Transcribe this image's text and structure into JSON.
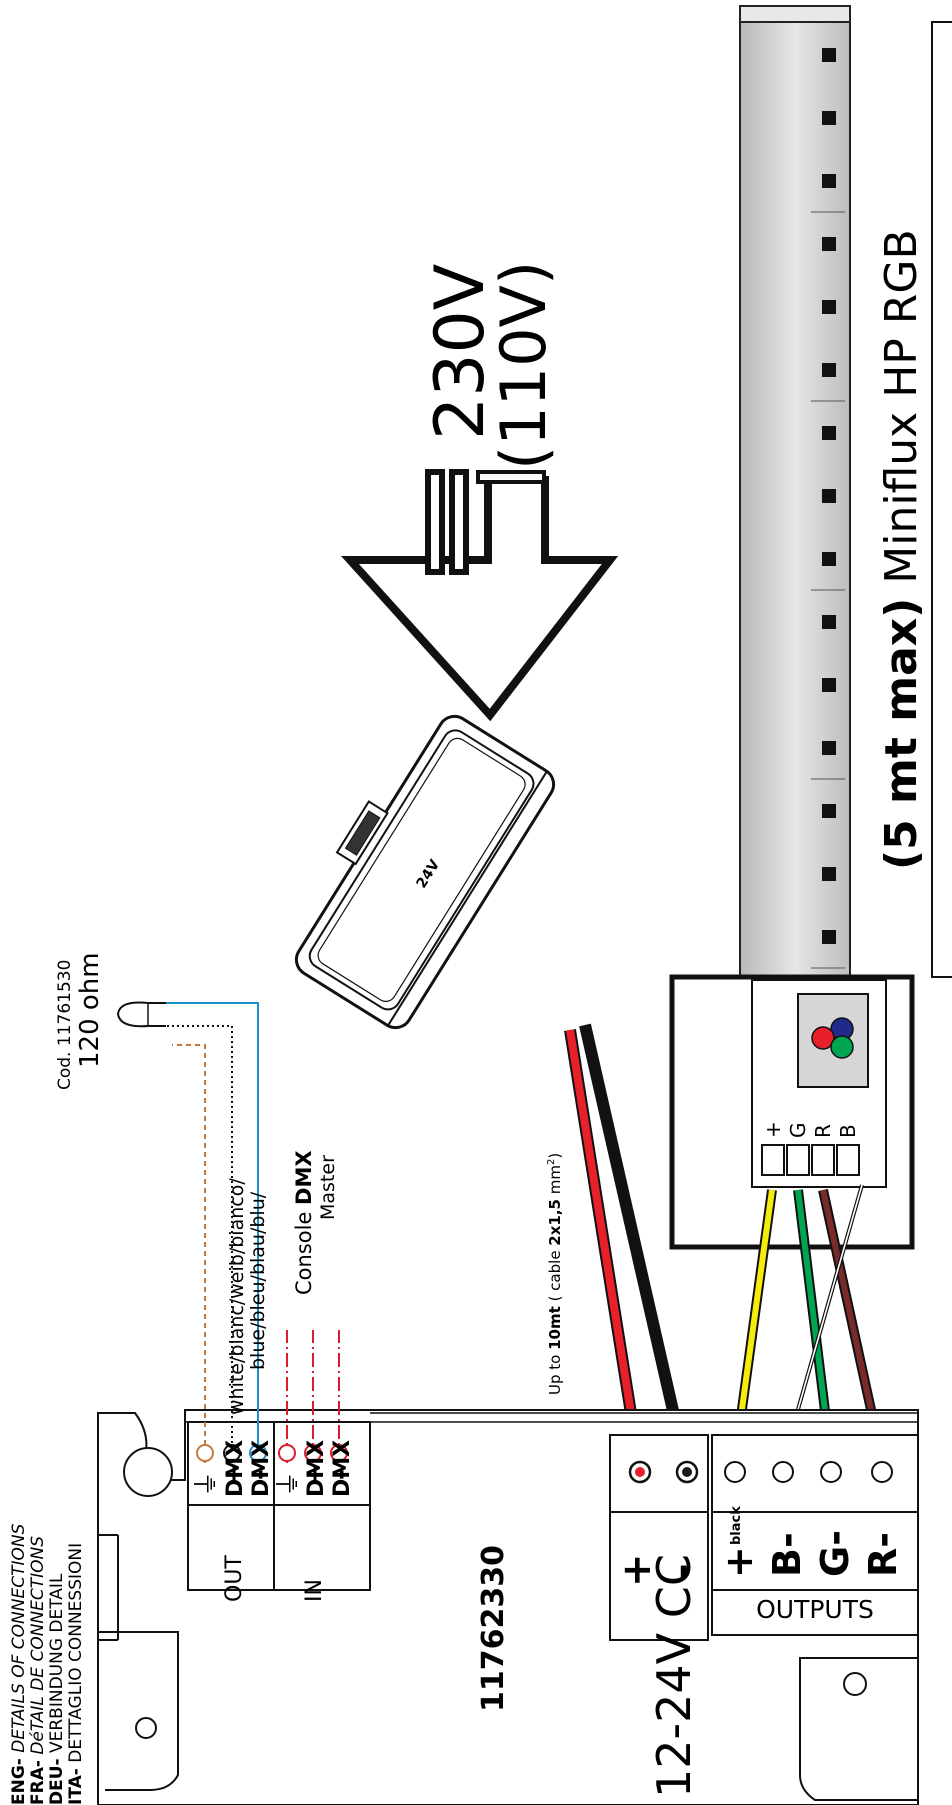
{
  "header": {
    "lines": [
      {
        "lang": "ENG-",
        "text": " DETAILS OF CONNECTIONS",
        "italic": true
      },
      {
        "lang": "FRA-",
        "text": " DéTAIL DE CONNECTIONS",
        "italic": true
      },
      {
        "lang": "DEU-",
        "text": " VERBINDUNG DETAIL",
        "italic": false
      },
      {
        "lang": "ITA-",
        "text": " DETTAGLIO CONNESSIONI",
        "italic": false
      }
    ]
  },
  "controller": {
    "code": "11762330",
    "power_label": "12-24V CC",
    "power_plus": "+",
    "power_minus": "-",
    "outputs_label": "OUTPUTS",
    "dmx_out_label": "OUT",
    "dmx_in_label": "IN",
    "dmx_text": "DMX",
    "ground_symbol": "⏚",
    "plus": "+",
    "minus": "-",
    "out_plus": "+",
    "out_black": "black",
    "out_b": "B-",
    "out_g": "G-",
    "out_r": "R-"
  },
  "dmx": {
    "wire_label_1": "white/blanc/weib/bianco/",
    "wire_label_2": "blue/bleu/blau/blu/",
    "console_line1_pre": "Console ",
    "console_line1_bold": "DMX",
    "console_line2": "Master",
    "terminator_code": "Cod. 11761530",
    "terminator_value": "120 ohm"
  },
  "cable_note": {
    "pre": "Up to ",
    "bold1": "10mt",
    "mid": " ( cable ",
    "bold2": "2x1,5",
    "post": " mm",
    "sup": "2",
    "end": ")"
  },
  "supply": {
    "label": "24V",
    "mains_label": "230V",
    "mains_alt_label": "(110V)"
  },
  "strip": {
    "max_label": "(5 mt max)",
    "name": "Miniflux HP RGB",
    "connector_labels": [
      "+",
      "G",
      "R",
      "B"
    ]
  },
  "colors": {
    "red_wire": "#e8202a",
    "black_wire": "#1a1a1a",
    "yellow_wire": "#f4ec0a",
    "green_wire": "#00a551",
    "brown_wire": "#7b2a2a",
    "blue_wire": "#1a8fc8",
    "dmx_red": "#d9202a",
    "strip_gray": "#c8c8c8"
  }
}
